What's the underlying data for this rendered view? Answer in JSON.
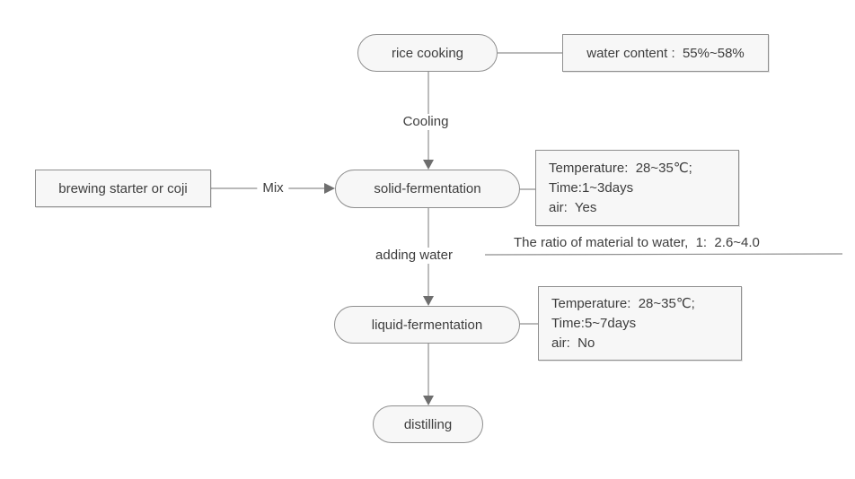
{
  "palette": {
    "background": "#ffffff",
    "node_fill": "#f7f7f7",
    "node_border": "#8f8f8f",
    "line": "#8f8f8f",
    "arrowhead": "#6e6e6e",
    "text": "#3d3d3d"
  },
  "nodes": {
    "rice_cooking": {
      "label": "rice cooking"
    },
    "water_content": {
      "label": "water content :  55%~58%"
    },
    "brewing_starter": {
      "label": "brewing starter or coji"
    },
    "solid_fermentation": {
      "label": "solid-fermentation"
    },
    "solid_conditions": {
      "lines": [
        "Temperature:  28~35℃;",
        "Time:1~3days",
        "air:  Yes"
      ]
    },
    "liquid_fermentation": {
      "label": "liquid-fermentation"
    },
    "liquid_conditions": {
      "lines": [
        "Temperature:  28~35℃;",
        "Time:5~7days",
        "air:  No"
      ]
    },
    "distilling": {
      "label": "distilling"
    }
  },
  "edge_labels": {
    "cooling": "Cooling",
    "mix": "Mix",
    "adding_water": "adding water",
    "ratio_note": "The ratio of material to water,  1:  2.6~4.0"
  }
}
